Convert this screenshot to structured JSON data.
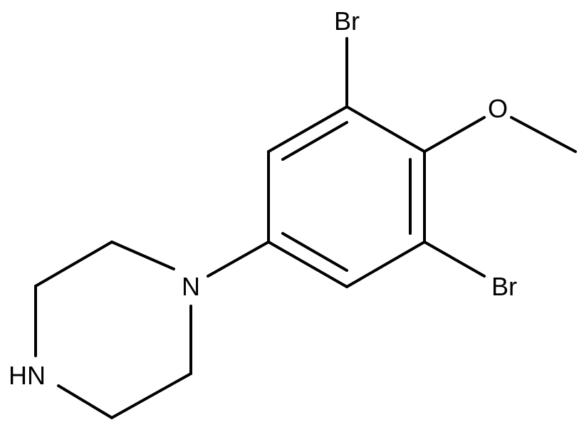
{
  "molecule": {
    "atoms": {
      "br_top": "Br",
      "br_bottom": "Br",
      "oxygen": "O",
      "nitrogen_aryl": "N",
      "nitrogen_h": "HN"
    }
  },
  "colors": {
    "bond": "#000000",
    "background": "#ffffff"
  }
}
